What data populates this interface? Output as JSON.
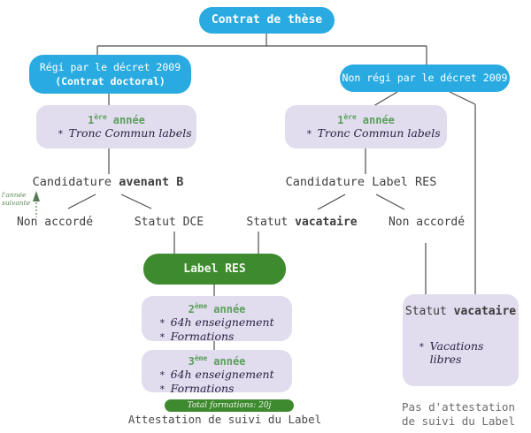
{
  "title": "Contrat de thèse",
  "bullet": "*",
  "left": {
    "decree_line1": "Régi par le décret 2009",
    "decree_line2": "(Contrat doctoral)",
    "year1": {
      "num": "1",
      "sup": "ère",
      "word": "année",
      "items": [
        "Tronc Commun labels"
      ]
    },
    "candidature_prefix": "Candidature ",
    "candidature_bold": "avenant B",
    "loop_line1": "l'année",
    "loop_line2": "suivante",
    "not_granted": "Non accordé",
    "statut_dce": "Statut DCE",
    "label_res": "Label RES",
    "year2": {
      "num": "2",
      "sup": "ème",
      "word": "année",
      "items": [
        "64h enseignement",
        "Formations"
      ]
    },
    "year3": {
      "num": "3",
      "sup": "ème",
      "word": "année",
      "items": [
        "64h enseignement",
        "Formations"
      ]
    },
    "total_pill": "Total formations: 20j",
    "attestation": "Attestation de suivi du Label"
  },
  "right": {
    "decree": "Non régi par le décret 2009",
    "year1": {
      "num": "1",
      "sup": "ère",
      "word": "année",
      "items": [
        "Tronc Commun labels"
      ]
    },
    "candidature": "Candidature Label RES",
    "statut_prefix": "Statut ",
    "statut_bold": "vacataire",
    "not_granted": "Non accordé",
    "box_title_prefix": "Statut ",
    "box_title_bold": "vacataire",
    "box_items": [
      "Vacations libres"
    ],
    "no_attestation_line1": "Pas d'attestation",
    "no_attestation_line2": "de suivi du Label"
  },
  "colors": {
    "cyan": "#29abe2",
    "lavender": "#e1dcee",
    "green": "#3e8a2f",
    "year_text_green": "#5ca05c",
    "line": "#4d4d4d"
  }
}
